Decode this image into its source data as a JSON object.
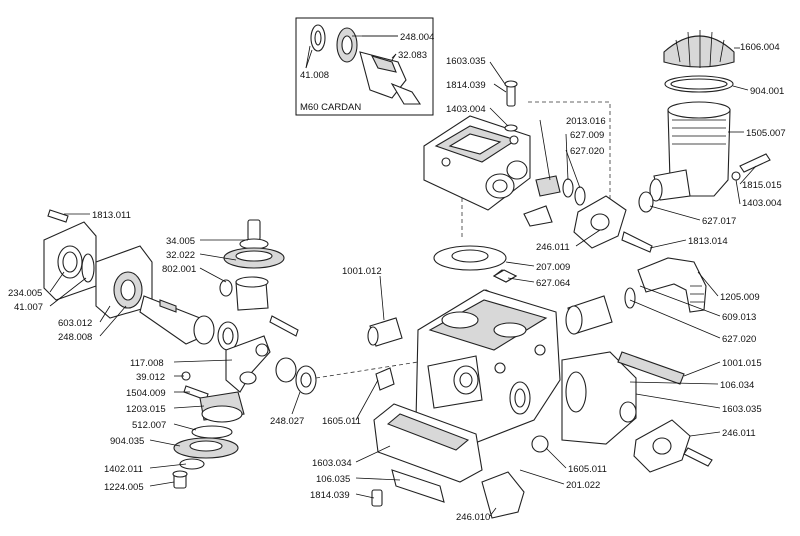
{
  "inset": {
    "caption": "M60 CARDAN"
  },
  "labels": [
    {
      "id": "p-248-004",
      "text": "248.004"
    },
    {
      "id": "p-32-083",
      "text": "32.083"
    },
    {
      "id": "p-41-008",
      "text": "41.008"
    },
    {
      "id": "p-1603-035-top",
      "text": "1603.035"
    },
    {
      "id": "p-1814-039-top",
      "text": "1814.039"
    },
    {
      "id": "p-1403-004-top",
      "text": "1403.004"
    },
    {
      "id": "p-2013-016",
      "text": "2013.016"
    },
    {
      "id": "p-627-009",
      "text": "627.009"
    },
    {
      "id": "p-627-020-top",
      "text": "627.020"
    },
    {
      "id": "p-1606-004",
      "text": "1606.004"
    },
    {
      "id": "p-904-001",
      "text": "904.001"
    },
    {
      "id": "p-1505-007",
      "text": "1505.007"
    },
    {
      "id": "p-1815-015",
      "text": "1815.015"
    },
    {
      "id": "p-1403-004-right",
      "text": "1403.004"
    },
    {
      "id": "p-627-017",
      "text": "627.017"
    },
    {
      "id": "p-1813-011",
      "text": "1813.011"
    },
    {
      "id": "p-34-005",
      "text": "34.005"
    },
    {
      "id": "p-32-022",
      "text": "32.022"
    },
    {
      "id": "p-802-001",
      "text": "802.001"
    },
    {
      "id": "p-234-005",
      "text": "234.005"
    },
    {
      "id": "p-41-007",
      "text": "41.007"
    },
    {
      "id": "p-603-012",
      "text": "603.012"
    },
    {
      "id": "p-248-008",
      "text": "248.008"
    },
    {
      "id": "p-1001-012",
      "text": "1001.012"
    },
    {
      "id": "p-207-009",
      "text": "207.009"
    },
    {
      "id": "p-627-064",
      "text": "627.064"
    },
    {
      "id": "p-246-011-top",
      "text": "246.011"
    },
    {
      "id": "p-1813-014",
      "text": "1813.014"
    },
    {
      "id": "p-1205-009",
      "text": "1205.009"
    },
    {
      "id": "p-609-013",
      "text": "609.013"
    },
    {
      "id": "p-627-020-mid",
      "text": "627.020"
    },
    {
      "id": "p-1001-015",
      "text": "1001.015"
    },
    {
      "id": "p-106-034",
      "text": "106.034"
    },
    {
      "id": "p-1603-035-right",
      "text": "1603.035"
    },
    {
      "id": "p-246-011-right",
      "text": "246.011"
    },
    {
      "id": "p-117-008",
      "text": "117.008"
    },
    {
      "id": "p-39-012",
      "text": "39.012"
    },
    {
      "id": "p-1504-009",
      "text": "1504.009"
    },
    {
      "id": "p-1203-015",
      "text": "1203.015"
    },
    {
      "id": "p-512-007",
      "text": "512.007"
    },
    {
      "id": "p-904-035",
      "text": "904.035"
    },
    {
      "id": "p-1402-011",
      "text": "1402.011"
    },
    {
      "id": "p-1224-005",
      "text": "1224.005"
    },
    {
      "id": "p-248-027",
      "text": "248.027"
    },
    {
      "id": "p-1605-011-left",
      "text": "1605.011"
    },
    {
      "id": "p-1603-034",
      "text": "1603.034"
    },
    {
      "id": "p-106-035",
      "text": "106.035"
    },
    {
      "id": "p-1814-039-bottom",
      "text": "1814.039"
    },
    {
      "id": "p-246-010",
      "text": "246.010"
    },
    {
      "id": "p-201-022",
      "text": "201.022"
    },
    {
      "id": "p-1605-011-right",
      "text": "1605.011"
    }
  ]
}
